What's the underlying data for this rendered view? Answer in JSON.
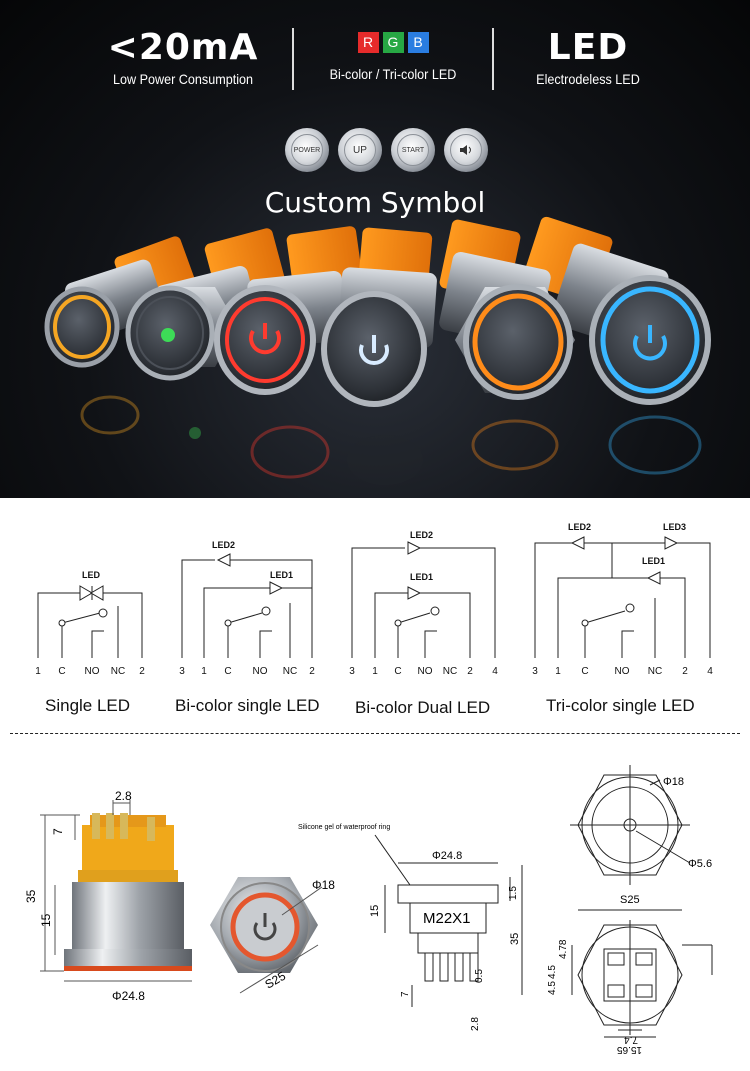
{
  "features": [
    {
      "big": "<20mA",
      "small": "Low Power Consumption"
    },
    {
      "rgb": [
        "R",
        "G",
        "B"
      ],
      "rgb_colors": [
        "#e62b2b",
        "#27a844",
        "#2a7de1"
      ],
      "small": "Bi-color / Tri-color LED"
    },
    {
      "big": "LED",
      "small": "Electrodeless LED"
    }
  ],
  "symbol_buttons": [
    "POWER",
    "UP",
    "START",
    "speaker-icon"
  ],
  "custom_symbol": "Custom Symbol",
  "led_colors": [
    "#f5a623",
    "#3ddc57",
    "#ff3b2f",
    "#d9ecff",
    "#ff8c1a",
    "#39b6ff"
  ],
  "wiring": {
    "diagrams": [
      {
        "caption": "Single LED",
        "led_labels": [
          "LED"
        ],
        "terminals": [
          "1",
          "C",
          "NO",
          "NC",
          "2"
        ]
      },
      {
        "caption": "Bi-color single LED",
        "led_labels": [
          "LED2",
          "LED1"
        ],
        "terminals": [
          "3",
          "1",
          "C",
          "NO",
          "NC",
          "2"
        ]
      },
      {
        "caption": "Bi-color Dual LED",
        "led_labels": [
          "LED2",
          "LED1"
        ],
        "terminals": [
          "3",
          "1",
          "C",
          "NO",
          "NC",
          "2",
          "4"
        ]
      },
      {
        "caption": "Tri-color single LED",
        "led_labels": [
          "LED2",
          "LED3",
          "LED1"
        ],
        "terminals": [
          "3",
          "1",
          "C",
          "NO",
          "NC",
          "2",
          "4"
        ]
      }
    ]
  },
  "dimensions": {
    "side": {
      "height": "35",
      "top": "7",
      "pin_gap": "2.8",
      "body": "15",
      "diameter": "Φ24.8"
    },
    "iso": {
      "diameter": "Φ18",
      "hex": "S25"
    },
    "section": {
      "seal_label": "Silicone gel of waterproof ring",
      "diameter": "Φ24.8",
      "thread": "M22X1",
      "body": "15",
      "height": "35",
      "top": "1.5",
      "pin": "7",
      "pin_thick": "0.5",
      "pin_w": "2.8"
    },
    "top": {
      "diameter": "Φ18",
      "hole": "Φ5.6",
      "hex": "S25"
    },
    "bottom": {
      "d1": "4.78",
      "d2": "4.5",
      "d3": "4.5",
      "w1": "7.4",
      "w2": "15.65"
    }
  }
}
